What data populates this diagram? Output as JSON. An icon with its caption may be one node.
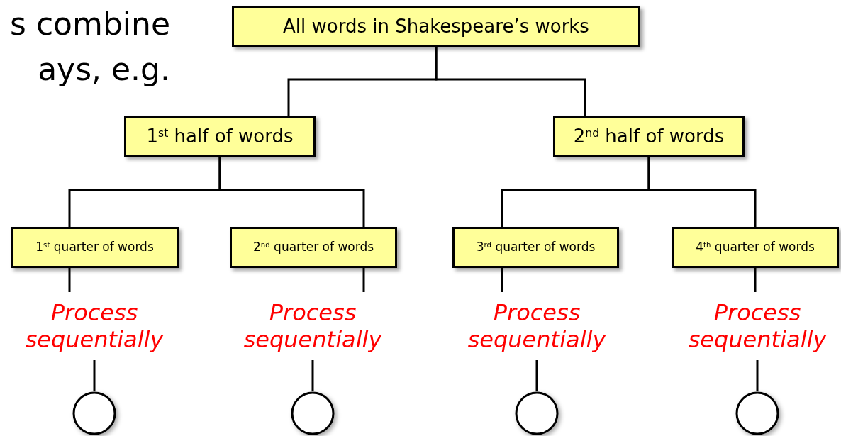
{
  "diagram": {
    "nodes": [
      {
        "text": [
          "All words in Shakespeare’s works"
        ]
      },
      {
        "text": [
          "1$^{st}$ half of words"
        ]
      },
      {
        "text": [
          "2$^{nd}$ half of words"
        ]
      },
      {
        "text": [
          "1$^{st}$ quarter of words"
        ]
      },
      {
        "text": [
          "2$^{nd}$ quarter of words"
        ]
      },
      {
        "text": [
          "3$^{rd}$ quarter of words"
        ]
      },
      {
        "text": [
          "4$^{th}$ quarter of words"
        ]
      },
      {
        "text": [
          "Process sequentially"
        ]
      },
      {
        "text": [
          "Process sequentially"
        ]
      },
      {
        "text": [
          "Process sequentially"
        ]
      },
      {
        "text": [
          "Process sequentially"
        ]
      },
      {
        "text": [],
        "shape": "circle"
      },
      {
        "text": [],
        "shape": "circle"
      },
      {
        "text": [],
        "shape": "circle"
      },
      {
        "text": [],
        "shape": "circle"
      }
    ],
    "edges": [
      {
        "from": 0,
        "to": 1,
        "arrow": "none"
      },
      {
        "from": 0,
        "to": 2,
        "arrow": "none"
      },
      {
        "from": 1,
        "to": 3,
        "arrow": "none"
      },
      {
        "from": 1,
        "to": 4,
        "arrow": "none"
      },
      {
        "from": 2,
        "to": 5,
        "arrow": "none"
      },
      {
        "from": 2,
        "to": 6,
        "arrow": "none"
      },
      {
        "from": 3,
        "to": 7,
        "arrow": "none"
      },
      {
        "from": 4,
        "to": 8,
        "arrow": "none"
      },
      {
        "from": 5,
        "to": 9,
        "arrow": "none"
      },
      {
        "from": 6,
        "to": 10,
        "arrow": "none"
      },
      {
        "from": 7,
        "to": 11,
        "arrow": "none"
      },
      {
        "from": 8,
        "to": 12,
        "arrow": "none"
      },
      {
        "from": 9,
        "to": 13,
        "arrow": "none"
      },
      {
        "from": 10,
        "to": 14,
        "arrow": "none"
      }
    ],
    "labels": [
      "s combine",
      "ays, e.g."
    ]
  }
}
